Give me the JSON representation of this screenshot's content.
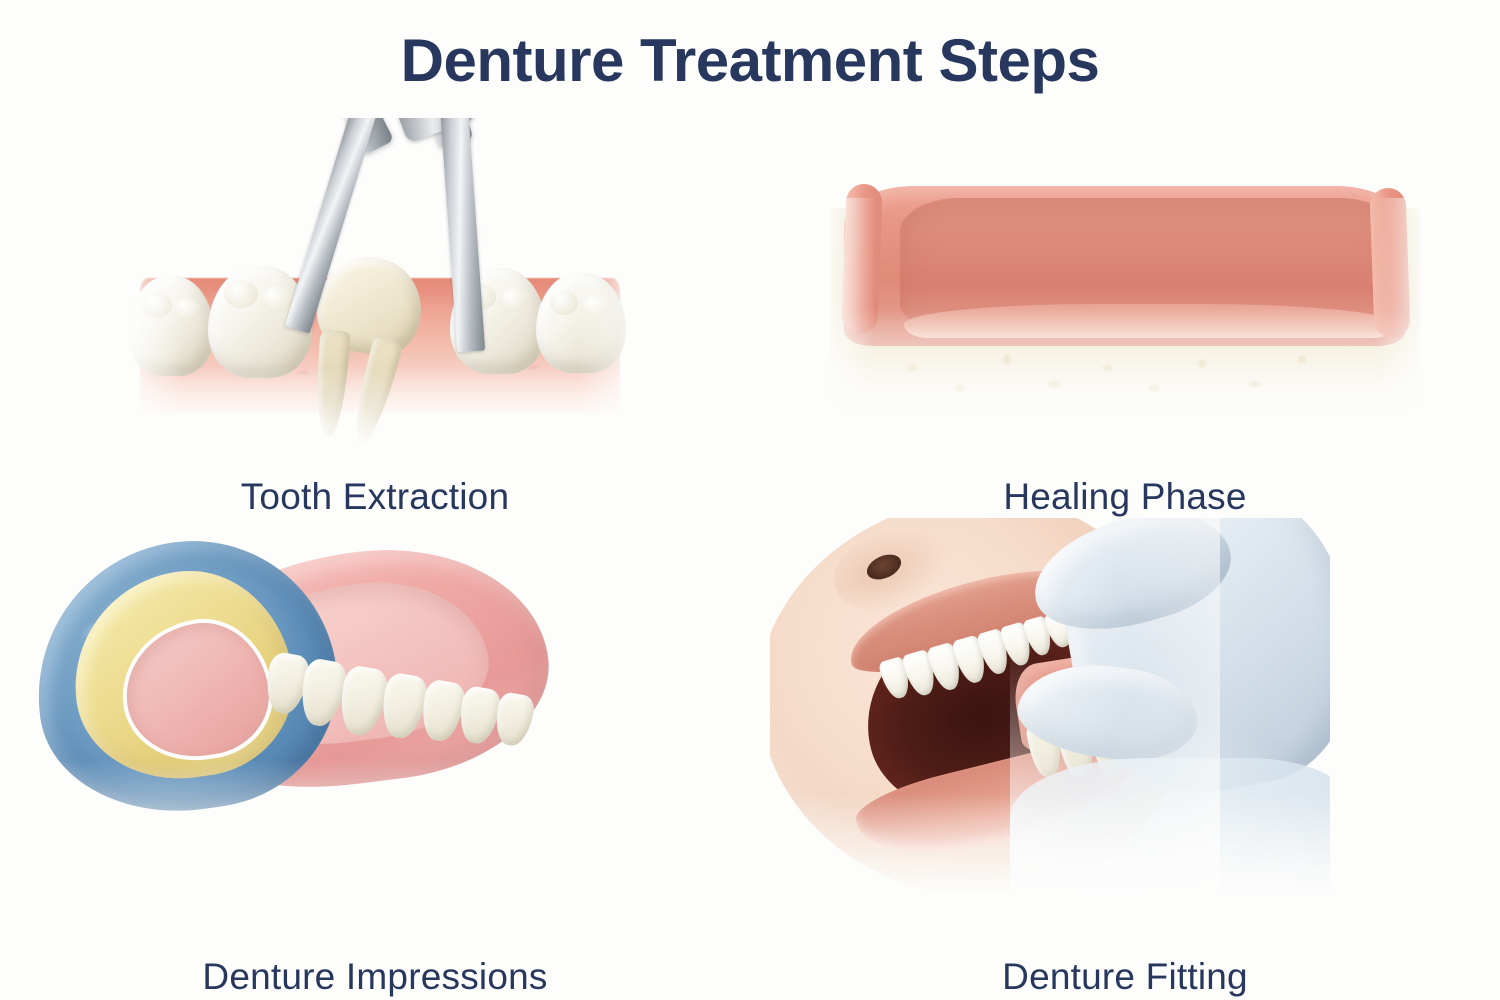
{
  "page": {
    "title": "Denture Treatment Steps",
    "background_color": "#fdfdfc",
    "text_color": "#27375e"
  },
  "steps": [
    {
      "id": "tooth-extraction",
      "order": 1,
      "caption": "Tooth Extraction",
      "illustration": "dental-forceps-gripping-molar-in-gum",
      "elements": [
        "dental-extraction-forceps",
        "extracted-molar-with-two-roots",
        "adjacent-molars",
        "gum-tissue"
      ],
      "colors": {
        "gum": "#e8907f",
        "tooth_enamel": "#f2efe3",
        "tooth_root": "#ded3b4",
        "instrument_steel": "#c2c8ce"
      }
    },
    {
      "id": "healing-phase",
      "order": 2,
      "caption": "Healing Phase",
      "illustration": "edentulous-alveolar-ridge-cross-section",
      "elements": [
        "healed-gum-mucosa",
        "trabecular-bone",
        "ridge-crest"
      ],
      "colors": {
        "mucosa": "#e28b79",
        "bone": "#ece3c6",
        "bone_trabeculae": "#ddd0a4"
      }
    },
    {
      "id": "denture-impressions",
      "order": 3,
      "caption": "Denture Impressions",
      "illustration": "impression-tray-with-blue-and-yellow-material-and-denture-arch",
      "elements": [
        "blue-impression-material",
        "yellow-wax-rim",
        "pink-acrylic-base",
        "denture-teeth"
      ],
      "colors": {
        "impression_blue": "#5b8cb8",
        "wax_yellow": "#eedd91",
        "acrylic_pink": "#eeaaa8",
        "denture_teeth": "#f0ece0"
      }
    },
    {
      "id": "denture-fitting",
      "order": 4,
      "caption": "Denture Fitting",
      "illustration": "gloved-hand-inserting-denture-into-open-mouth",
      "elements": [
        "patient-open-mouth",
        "natural-upper-teeth",
        "lower-denture",
        "gloved-clinician-hand"
      ],
      "colors": {
        "skin": "#f6dcca",
        "lips": "#d88d7b",
        "oral_cavity": "#4e1c16",
        "glove": "#dfe7ee",
        "denture_base": "#e0907f",
        "denture_teeth": "#ece7d2"
      }
    }
  ]
}
